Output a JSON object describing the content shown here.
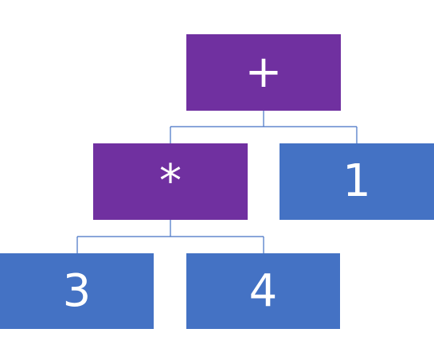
{
  "colors": {
    "operator_fill": "#7030A0",
    "operand_fill": "#4472C4",
    "connector": "#4472C4",
    "text": "#ffffff"
  },
  "tree": {
    "root": {
      "label": "+"
    },
    "multiply": {
      "label": "*"
    },
    "one": {
      "label": "1"
    },
    "three": {
      "label": "3"
    },
    "four": {
      "label": "4"
    }
  }
}
